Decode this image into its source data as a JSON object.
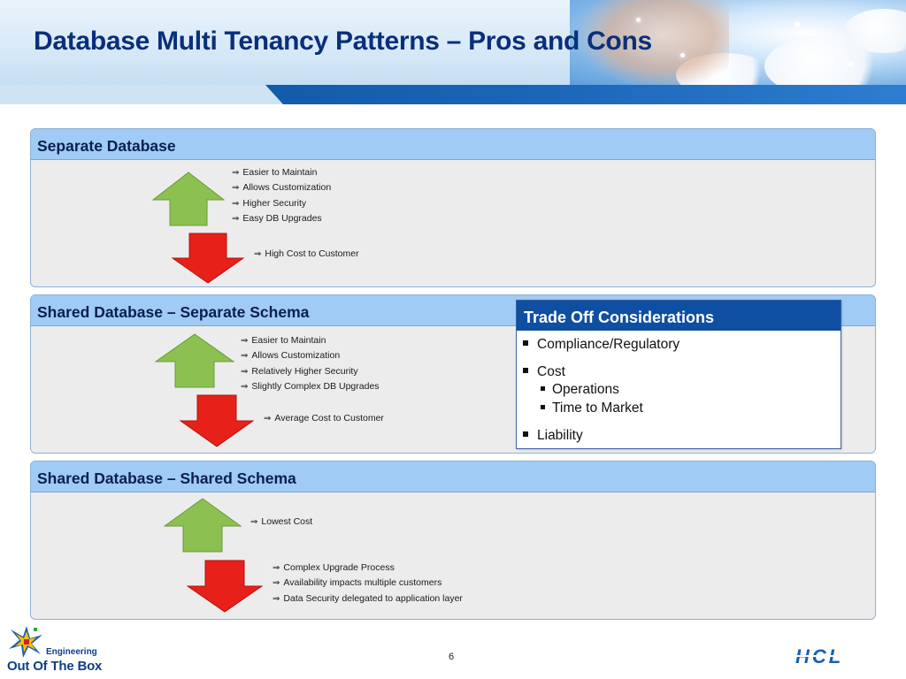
{
  "slide": {
    "title": "Database Multi Tenancy Patterns – Pros and Cons",
    "page_number": "6"
  },
  "panels": [
    {
      "heading": "Separate Database",
      "pros": [
        "Easier to Maintain",
        "Allows Customization",
        "Higher Security",
        "Easy DB Upgrades"
      ],
      "cons": [
        "High Cost to Customer"
      ]
    },
    {
      "heading": "Shared Database – Separate Schema",
      "pros": [
        "Easier to Maintain",
        "Allows Customization",
        "Relatively Higher Security",
        "Slightly Complex DB Upgrades"
      ],
      "cons": [
        "Average Cost to Customer"
      ]
    },
    {
      "heading": "Shared Database – Shared Schema",
      "pros": [
        "Lowest Cost"
      ],
      "cons": [
        "Complex Upgrade Process",
        "Availability impacts multiple customers",
        "Data Security delegated to application layer"
      ]
    }
  ],
  "tradeoff": {
    "heading": "Trade Off Considerations",
    "items": [
      "Compliance/Regulatory",
      "Cost",
      "Liability"
    ],
    "cost_subitems": [
      "Operations",
      "Time to Market"
    ]
  },
  "footer": {
    "tagline_small": "Engineering",
    "tagline_big": "Out Of The Box",
    "brand": "HCL"
  },
  "colors": {
    "title": "#0a2f7a",
    "panel_header": "#9fcbf5",
    "panel_body": "#ececec",
    "up_arrow": "#8cc152",
    "down_arrow": "#e8201a",
    "tradeoff_header": "#0f4fa1"
  },
  "icons": {
    "pro": "up-arrow-icon",
    "con": "down-arrow-icon",
    "pointer": "double-right-arrow-icon",
    "bullet": "square-bullet-icon"
  }
}
